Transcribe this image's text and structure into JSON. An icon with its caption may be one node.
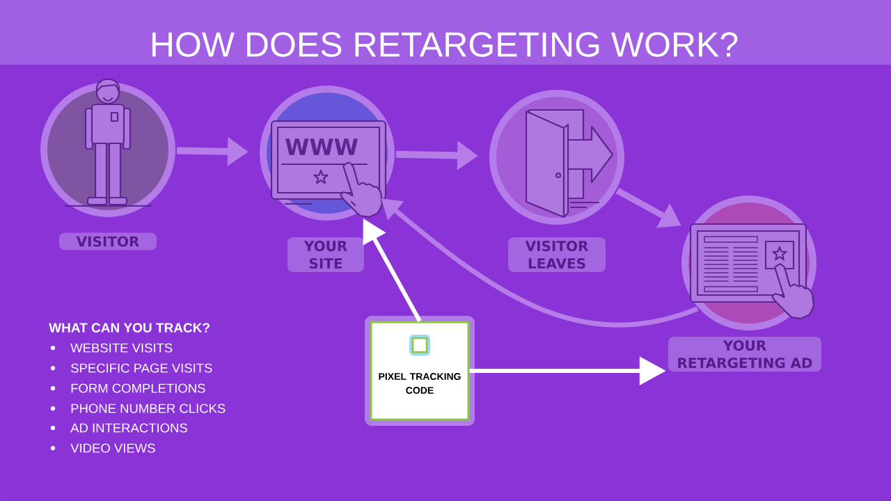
{
  "diagram": {
    "title": "HOW DOES RETARGETING WORK?",
    "nodes": [
      {
        "text": [
          "VISITOR"
        ]
      },
      {
        "text": [
          "YOUR SITE"
        ]
      },
      {
        "text": [
          "VISITOR LEAVES"
        ]
      },
      {
        "text": [
          "YOUR RETARGETING AD"
        ]
      },
      {
        "text": [
          "PIXEL TRACKING CODE"
        ]
      }
    ],
    "edges": [
      {
        "from": 0,
        "to": 1,
        "arrow": "to"
      },
      {
        "from": 1,
        "to": 2,
        "arrow": "to"
      },
      {
        "from": 2,
        "to": 3,
        "arrow": "to"
      },
      {
        "from": 3,
        "to": 1,
        "arrow": "to"
      },
      {
        "from": 4,
        "to": 1,
        "arrow": "to",
        "color": "#ffffff"
      },
      {
        "from": 4,
        "to": 3,
        "arrow": "to",
        "color": "#ffffff"
      }
    ],
    "labels": [
      "WWW",
      "WHAT CAN YOU TRACK?",
      "WEBSITE VISITS",
      "SPECIFIC PAGE VISITS",
      "FORM COMPLETIONS",
      "PHONE NUMBER CLICKS",
      "AD INTERACTIONS",
      "VIDEO VIEWS"
    ]
  }
}
